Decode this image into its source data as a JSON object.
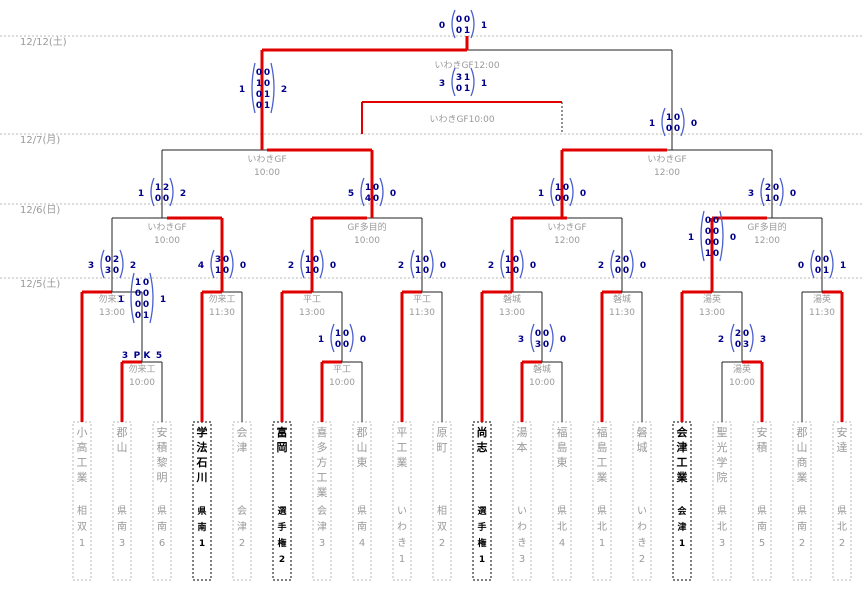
{
  "dates": [
    "12/12(土)",
    "12/7(月)",
    "12/6(日)",
    "12/5(土)"
  ],
  "colors": {
    "win": "#e00000",
    "loss": "#222222",
    "score": "#00008b",
    "paren": "#4a5fd0",
    "faint": "#9a9a9a",
    "dot": "#b8b8b8"
  },
  "venues": [
    {
      "line1": "いわきGF12:00"
    },
    {
      "line1": "いわきGF10:00"
    },
    {
      "line1": "いわきGF",
      "line2": "10:00"
    },
    {
      "line1": "いわきGF",
      "line2": "12:00"
    },
    {
      "line1": "いわきGF",
      "line2": "10:00"
    },
    {
      "line1": "GF多目的",
      "line2": "10:00"
    },
    {
      "line1": "いわきGF",
      "line2": "12:00"
    },
    {
      "line1": "GF多目的",
      "line2": "12:00"
    },
    {
      "line1": "勿来工",
      "line2": "13:00"
    },
    {
      "line1": "勿来工",
      "line2": "11:30"
    },
    {
      "line1": "平工",
      "line2": "13:00"
    },
    {
      "line1": "平工",
      "line2": "11:30"
    },
    {
      "line1": "磐城",
      "line2": "13:00"
    },
    {
      "line1": "磐城",
      "line2": "11:30"
    },
    {
      "line1": "湯英",
      "line2": "13:00"
    },
    {
      "line1": "湯英",
      "line2": "11:30"
    },
    {
      "line1": "勿来工",
      "line2": "10:00"
    },
    {
      "line1": "平工",
      "line2": "10:00"
    },
    {
      "line1": "磐城",
      "line2": "10:00"
    },
    {
      "line1": "湯英",
      "line2": "10:00"
    }
  ],
  "teams": [
    {
      "name": "小高工業",
      "region": "相双1",
      "seeded": false
    },
    {
      "name": "郡山",
      "region": "県南3",
      "seeded": false
    },
    {
      "name": "安積黎明",
      "region": "県南6",
      "seeded": false
    },
    {
      "name": "学法石川",
      "region": "県南1",
      "seeded": true
    },
    {
      "name": "会津",
      "region": "会津2",
      "seeded": false
    },
    {
      "name": "富岡",
      "region": "選手権2",
      "seeded": true
    },
    {
      "name": "喜多方工業",
      "region": "会津3",
      "seeded": false
    },
    {
      "name": "郡山東",
      "region": "県南4",
      "seeded": false
    },
    {
      "name": "平工業",
      "region": "いわき1",
      "seeded": false
    },
    {
      "name": "原町",
      "region": "相双2",
      "seeded": false
    },
    {
      "name": "尚志",
      "region": "選手権1",
      "seeded": true
    },
    {
      "name": "湯本",
      "region": "いわき3",
      "seeded": false
    },
    {
      "name": "福島東",
      "region": "県北4",
      "seeded": false
    },
    {
      "name": "福島工業",
      "region": "県北1",
      "seeded": false
    },
    {
      "name": "磐城",
      "region": "いわき2",
      "seeded": false
    },
    {
      "name": "会津工業",
      "region": "会津1",
      "seeded": true
    },
    {
      "name": "聖光学院",
      "region": "県北3",
      "seeded": false
    },
    {
      "name": "安積",
      "region": "県南5",
      "seeded": false
    },
    {
      "name": "郡山商業",
      "region": "県南2",
      "seeded": false
    },
    {
      "name": "安達",
      "region": "県北2",
      "seeded": false
    }
  ],
  "scores": [
    {
      "lt": "0",
      "rt": "1",
      "l": [
        "0",
        "0"
      ],
      "r": [
        "0",
        "1"
      ]
    },
    {
      "lt": "3",
      "rt": "1",
      "l": [
        "3",
        "0"
      ],
      "r": [
        "1",
        "1"
      ]
    },
    {
      "lt": "1",
      "rt": "2",
      "l": [
        "0",
        "1",
        "0",
        "0"
      ],
      "r": [
        "0",
        "0",
        "1",
        "1"
      ]
    },
    {
      "lt": "1",
      "rt": "0",
      "l": [
        "1",
        "0"
      ],
      "r": [
        "0",
        "0"
      ]
    },
    {
      "lt": "1",
      "rt": "2",
      "l": [
        "1",
        "0"
      ],
      "r": [
        "2",
        "0"
      ]
    },
    {
      "lt": "5",
      "rt": "0",
      "l": [
        "1",
        "4"
      ],
      "r": [
        "0",
        "0"
      ]
    },
    {
      "lt": "1",
      "rt": "0",
      "l": [
        "1",
        "0"
      ],
      "r": [
        "0",
        "0"
      ]
    },
    {
      "lt": "3",
      "rt": "0",
      "l": [
        "2",
        "1"
      ],
      "r": [
        "0",
        "0"
      ]
    },
    {
      "lt": "3",
      "rt": "2",
      "l": [
        "0",
        "3"
      ],
      "r": [
        "2",
        "0"
      ]
    },
    {
      "lt": "4",
      "rt": "0",
      "l": [
        "3",
        "1"
      ],
      "r": [
        "0",
        "0"
      ]
    },
    {
      "lt": "2",
      "rt": "0",
      "l": [
        "1",
        "1"
      ],
      "r": [
        "0",
        "0"
      ]
    },
    {
      "lt": "2",
      "rt": "0",
      "l": [
        "1",
        "1"
      ],
      "r": [
        "0",
        "0"
      ]
    },
    {
      "lt": "2",
      "rt": "0",
      "l": [
        "1",
        "1"
      ],
      "r": [
        "0",
        "0"
      ]
    },
    {
      "lt": "2",
      "rt": "0",
      "l": [
        "2",
        "0"
      ],
      "r": [
        "0",
        "0"
      ]
    },
    {
      "lt": "1",
      "rt": "0",
      "l": [
        "0",
        "0",
        "0",
        "1"
      ],
      "r": [
        "0",
        "0",
        "0",
        "0"
      ]
    },
    {
      "lt": "0",
      "rt": "1",
      "l": [
        "0",
        "0"
      ],
      "r": [
        "0",
        "1"
      ]
    },
    {
      "lt": "1",
      "rt": "1",
      "l": [
        "1",
        "0",
        "0",
        "0"
      ],
      "r": [
        "0",
        "0",
        "0",
        "1"
      ]
    },
    {
      "lt": "1",
      "rt": "0",
      "l": [
        "1",
        "0"
      ],
      "r": [
        "0",
        "0"
      ]
    },
    {
      "lt": "3",
      "rt": "0",
      "l": [
        "0",
        "3"
      ],
      "r": [
        "0",
        "0"
      ]
    },
    {
      "lt": "2",
      "rt": "3",
      "l": [
        "2",
        "0"
      ],
      "r": [
        "0",
        "3"
      ]
    }
  ],
  "pk": {
    "left": "3",
    "label": "P K",
    "right": "5"
  }
}
